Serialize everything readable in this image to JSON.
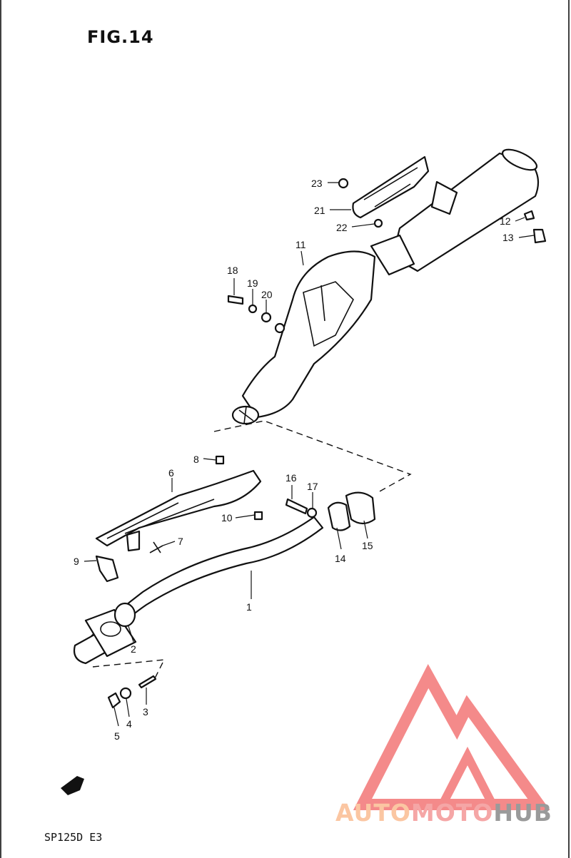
{
  "figure": {
    "title": "FIG.14",
    "model": "SP125D E3"
  },
  "watermark": {
    "part1": "AUTO",
    "part2": "MOTO",
    "part3": "HUB",
    "color_auto": "#fbc6a2",
    "color_moto": "#f5a6a6",
    "color_hub": "#9a9a9a",
    "logo_color": "#f48a8a"
  },
  "callouts": [
    {
      "id": "p1",
      "label": "1"
    },
    {
      "id": "p2",
      "label": "2"
    },
    {
      "id": "p3",
      "label": "3"
    },
    {
      "id": "p4",
      "label": "4"
    },
    {
      "id": "p5",
      "label": "5"
    },
    {
      "id": "p6",
      "label": "6"
    },
    {
      "id": "p7",
      "label": "7"
    },
    {
      "id": "p8",
      "label": "8"
    },
    {
      "id": "p9",
      "label": "9"
    },
    {
      "id": "p10",
      "label": "10"
    },
    {
      "id": "p11",
      "label": "11"
    },
    {
      "id": "p12",
      "label": "12"
    },
    {
      "id": "p13",
      "label": "13"
    },
    {
      "id": "p14",
      "label": "14"
    },
    {
      "id": "p15",
      "label": "15"
    },
    {
      "id": "p16",
      "label": "16"
    },
    {
      "id": "p17",
      "label": "17"
    },
    {
      "id": "p18",
      "label": "18"
    },
    {
      "id": "p19",
      "label": "19"
    },
    {
      "id": "p20",
      "label": "20"
    },
    {
      "id": "p21",
      "label": "21"
    },
    {
      "id": "p22",
      "label": "22"
    },
    {
      "id": "p23",
      "label": "23"
    }
  ]
}
